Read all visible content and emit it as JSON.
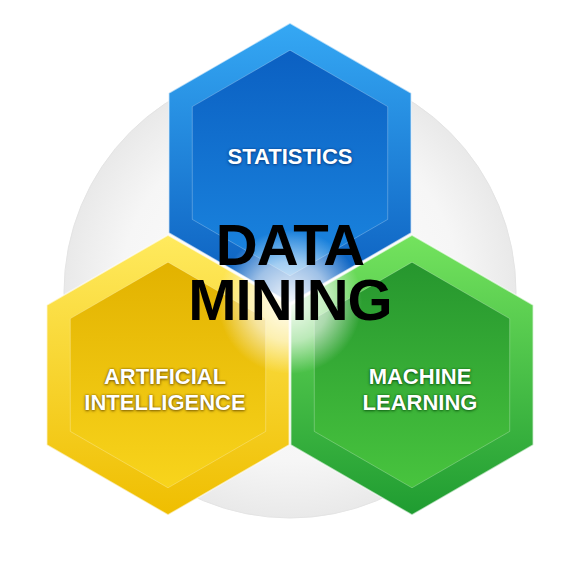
{
  "diagram": {
    "nodes": [
      {
        "text": [
          "STATISTICS"
        ]
      },
      {
        "text": [
          "ARTIFICIAL INTELLIGENCE"
        ]
      },
      {
        "text": [
          "MACHINE LEARNING"
        ]
      }
    ],
    "labels": [
      "DATA MINING"
    ]
  }
}
